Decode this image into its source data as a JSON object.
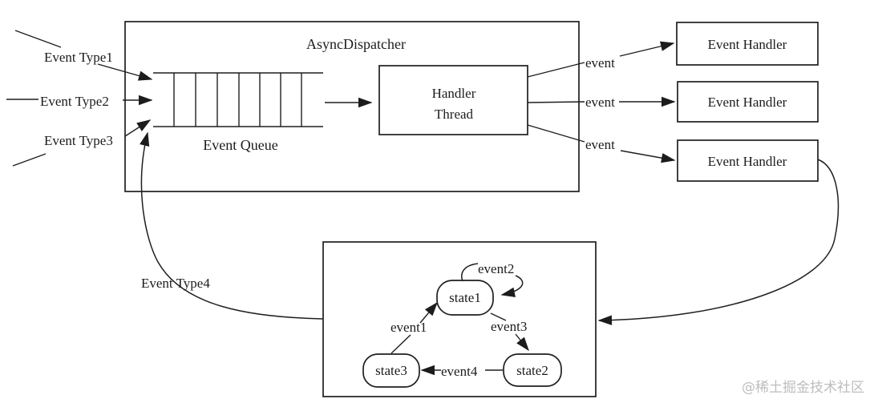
{
  "dispatcher": {
    "title": "AsyncDispatcher",
    "queue_label": "Event Queue",
    "handler_thread_line1": "Handler",
    "handler_thread_line2": "Thread"
  },
  "inputs": {
    "type1": "Event Type1",
    "type2": "Event Type2",
    "type3": "Event Type3",
    "type4": "Event Type4"
  },
  "edge_labels": {
    "e1": "event",
    "e2": "event",
    "e3": "event"
  },
  "handlers": {
    "h1": "Event Handler",
    "h2": "Event Handler",
    "h3": "Event Handler"
  },
  "state_machine": {
    "state1": "state1",
    "state2": "state2",
    "state3": "state3",
    "event1": "event1",
    "event2": "event2",
    "event3": "event3",
    "event4": "event4"
  },
  "watermark": "@稀土掘金技术社区"
}
